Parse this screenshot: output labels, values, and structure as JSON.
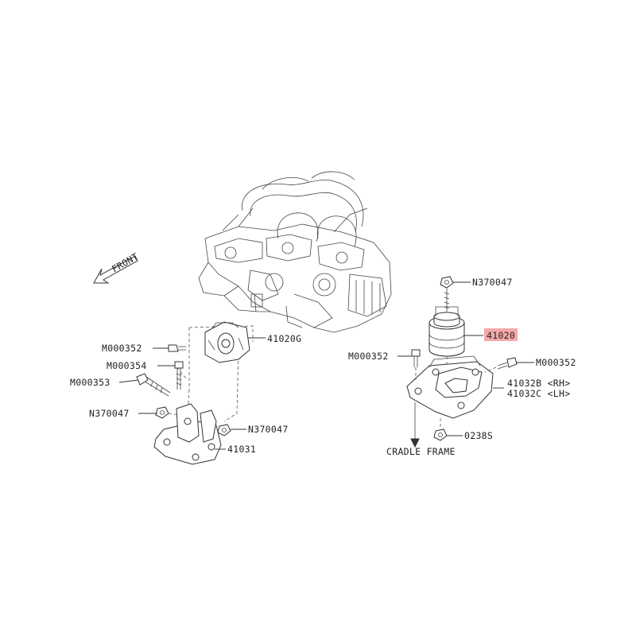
{
  "front_label": "FRONT",
  "cradle_label": "CRADLE FRAME",
  "highlight_color": "#f4a8a8",
  "callouts": {
    "n370047_top": "N370047",
    "p41020": "41020",
    "p41020g": "41020G",
    "m000352_left": "M000352",
    "m000354": "M000354",
    "m000353": "M000353",
    "n370047_left": "N370047",
    "n370047_mid": "N370047",
    "p41031": "41031",
    "m000352_mid": "M000352",
    "m000352_right": "M000352",
    "p41032b": "41032B <RH>",
    "p41032c": "41032C <LH>",
    "p02385": "0238S"
  }
}
